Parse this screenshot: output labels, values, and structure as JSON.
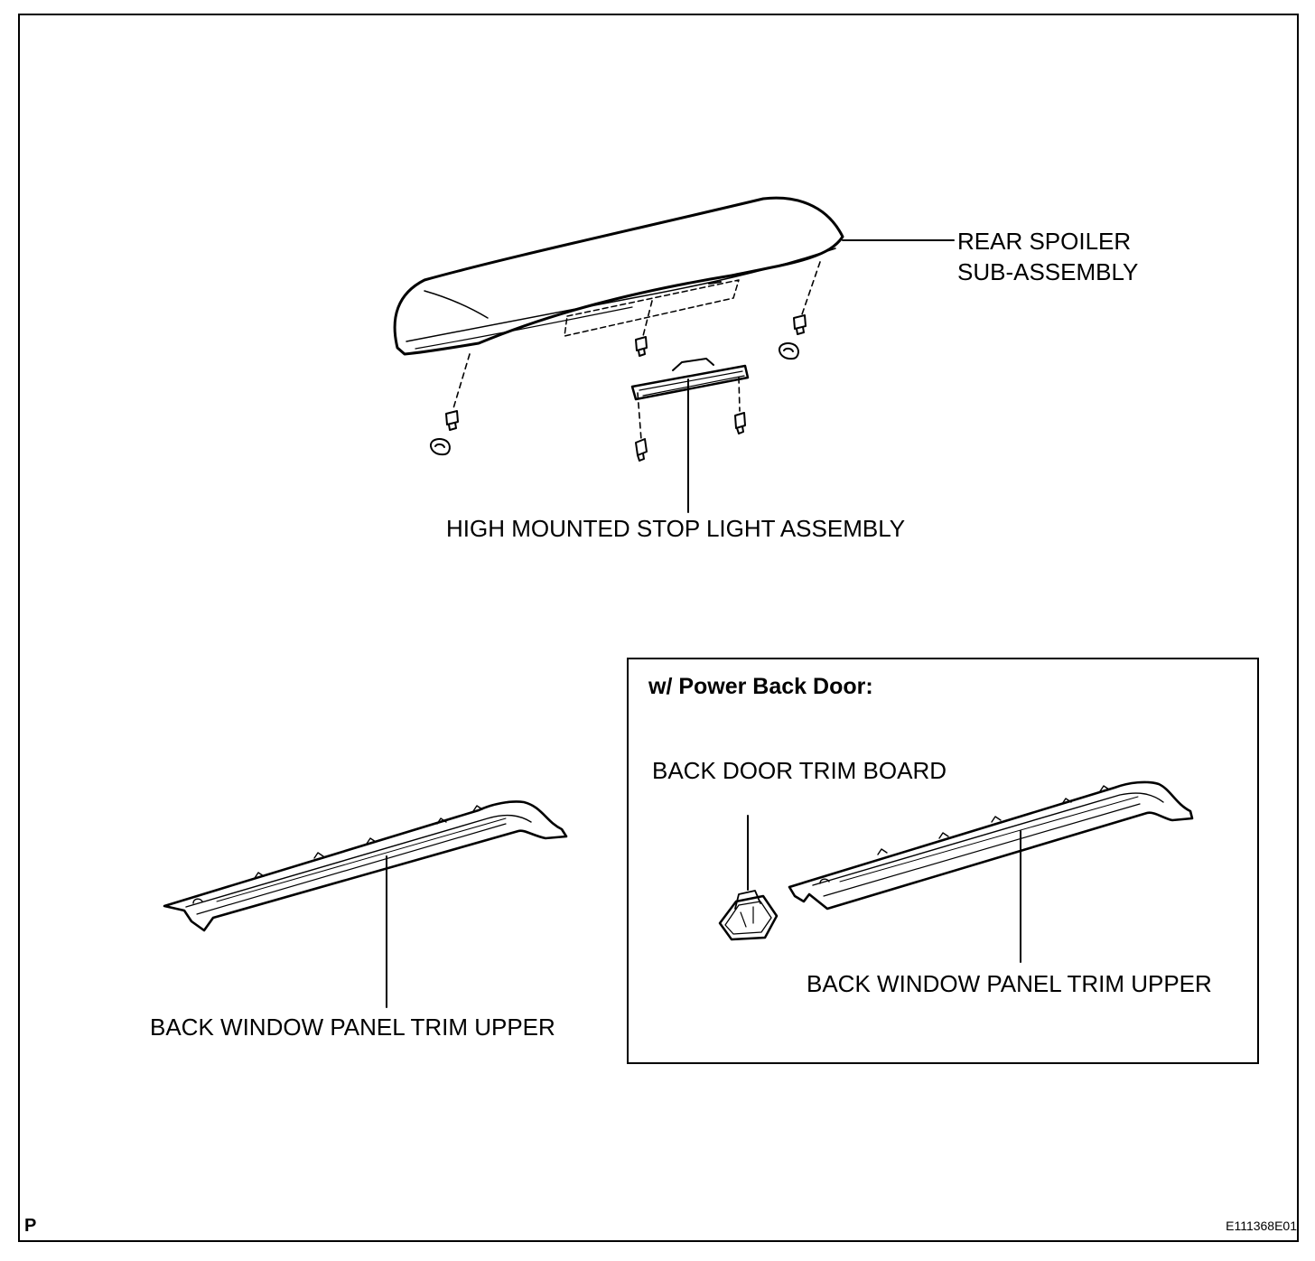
{
  "labels": {
    "rear_spoiler": [
      "REAR SPOILER",
      "SUB-ASSEMBLY"
    ],
    "stop_light": "HIGH MOUNTED STOP LIGHT ASSEMBLY",
    "trim_upper_left": "BACK WINDOW PANEL TRIM UPPER",
    "inset_title": "w/ Power Back Door:",
    "back_door_trim": "BACK DOOR TRIM BOARD",
    "trim_upper_right": "BACK WINDOW PANEL TRIM UPPER"
  },
  "corner": {
    "left": "P",
    "right": "E111368E01"
  }
}
